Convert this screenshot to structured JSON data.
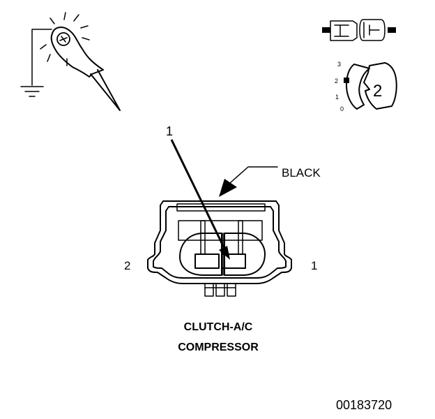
{
  "callout": {
    "number": "1",
    "wire_color": "BLACK"
  },
  "connector": {
    "pin_left": "2",
    "pin_right": "1",
    "title_line1": "CLUTCH-A/C",
    "title_line2": "COMPRESSOR"
  },
  "probe_icon": {
    "name": "test-probe-ground-icon"
  },
  "terminal_icon": {
    "name": "terminal-pin-icon"
  },
  "pin_selector": {
    "scale": [
      "3",
      "2",
      "1",
      "0"
    ],
    "selected": "2"
  },
  "figure_id": "00183720"
}
